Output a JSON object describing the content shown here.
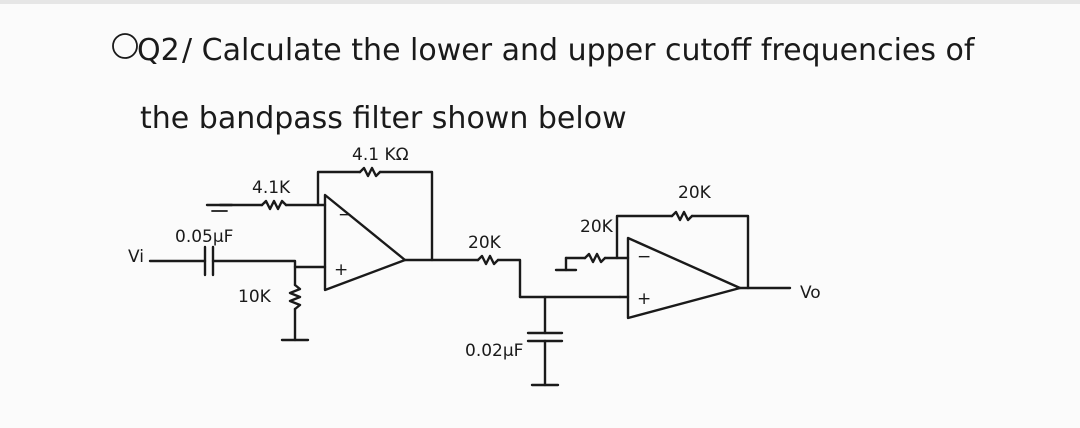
{
  "question": {
    "number_label": "Q2",
    "line1": "/ Calculate the lower and upper cutoff frequencies of",
    "line2": "the bandpass filter shown below"
  },
  "circuit": {
    "input_label": "Vi",
    "output_label": "Vo",
    "c1_label": "0.05μF",
    "r_gnd_label": "10K",
    "r_in1_label": "4.1K",
    "r_fb1_label": "4.1 KΩ",
    "r_series_label": "20K",
    "c2_label": "0.02μF",
    "r_in2_label": "20K",
    "r_fb2_label": "20K",
    "minus_sign": "−",
    "plus_sign": "+"
  }
}
